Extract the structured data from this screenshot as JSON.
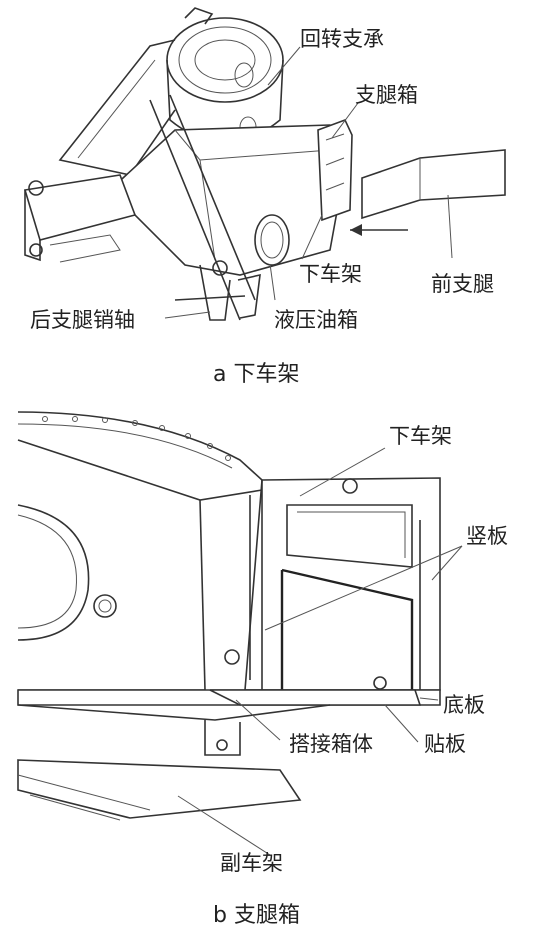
{
  "figure_a": {
    "labels": {
      "slewing_bearing": "回转支承",
      "outrigger_box": "支腿箱",
      "lower_frame": "下车架",
      "front_outrigger": "前支腿",
      "rear_outrigger_pin": "后支腿销轴",
      "hydraulic_tank": "液压油箱"
    },
    "caption": "a  下车架"
  },
  "figure_b": {
    "labels": {
      "lower_frame": "下车架",
      "vertical_plate": "竖板",
      "bottom_plate": "底板",
      "lap_box": "搭接箱体",
      "patch_plate": "贴板",
      "sub_frame": "副车架"
    },
    "caption": "b  支腿箱"
  }
}
